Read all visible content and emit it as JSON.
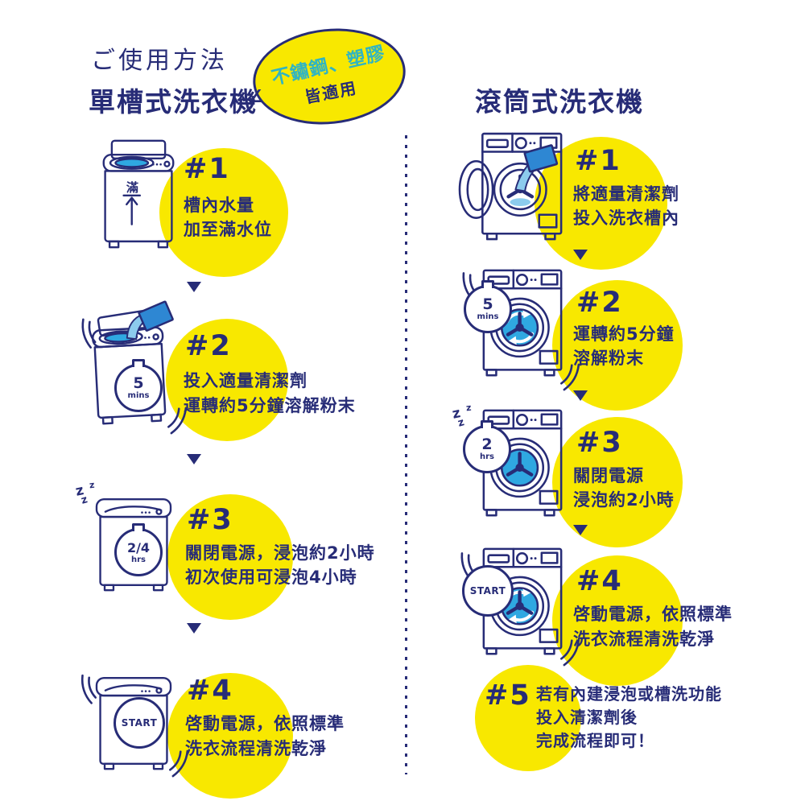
{
  "header": {
    "title_jp": "ご使用方法",
    "badge": {
      "line1": "不鏽鋼、塑膠",
      "line2": "皆適用",
      "tail": "∠"
    }
  },
  "columns": {
    "left": {
      "title": "單槽式洗衣機",
      "steps": [
        {
          "num": "#1",
          "lines": [
            "槽內水量",
            "加至滿水位"
          ],
          "machine_label": "滿"
        },
        {
          "num": "#2",
          "lines": [
            "投入適量清潔劑",
            "運轉約5分鐘溶解粉末"
          ],
          "timer": {
            "value": "5",
            "unit": "mins"
          }
        },
        {
          "num": "#3",
          "lines": [
            "關閉電源，浸泡約2小時",
            "初次使用可浸泡4小時"
          ],
          "timer": {
            "value": "2/4",
            "unit": "hrs"
          },
          "sleep": [
            "z",
            "z",
            "z"
          ]
        },
        {
          "num": "#4",
          "lines": [
            "啓動電源，依照標準",
            "洗衣流程清洗乾淨"
          ],
          "start_label": "START"
        }
      ]
    },
    "right": {
      "title": "滾筒式洗衣機",
      "steps": [
        {
          "num": "#1",
          "lines": [
            "將適量清潔劑",
            "投入洗衣槽內"
          ]
        },
        {
          "num": "#2",
          "lines": [
            "運轉約5分鐘",
            "溶解粉末"
          ],
          "timer": {
            "value": "5",
            "unit": "mins"
          }
        },
        {
          "num": "#3",
          "lines": [
            "關閉電源",
            "浸泡約2小時"
          ],
          "timer": {
            "value": "2",
            "unit": "hrs"
          },
          "sleep": [
            "z",
            "z",
            "z"
          ]
        },
        {
          "num": "#4",
          "lines": [
            "啓動電源，依照標準",
            "洗衣流程清洗乾淨"
          ],
          "start_label": "START"
        },
        {
          "num": "#5",
          "lines": [
            "若有內建浸泡或槽洗功能",
            "投入清潔劑後",
            "完成流程即可！"
          ]
        }
      ]
    }
  },
  "colors": {
    "navy": "#272c77",
    "yellow": "#f8e800",
    "cyan": "#2fb4c4",
    "water_blue": "#2fa8e1",
    "packet_blue": "#2e87d3",
    "stream_blue": "#8ccbed"
  },
  "icons": {
    "down_arrow": "triangle-down",
    "vibration_arcs": "double-arc",
    "sleep": "zzz",
    "column_divider": "dotted-vertical-line"
  }
}
